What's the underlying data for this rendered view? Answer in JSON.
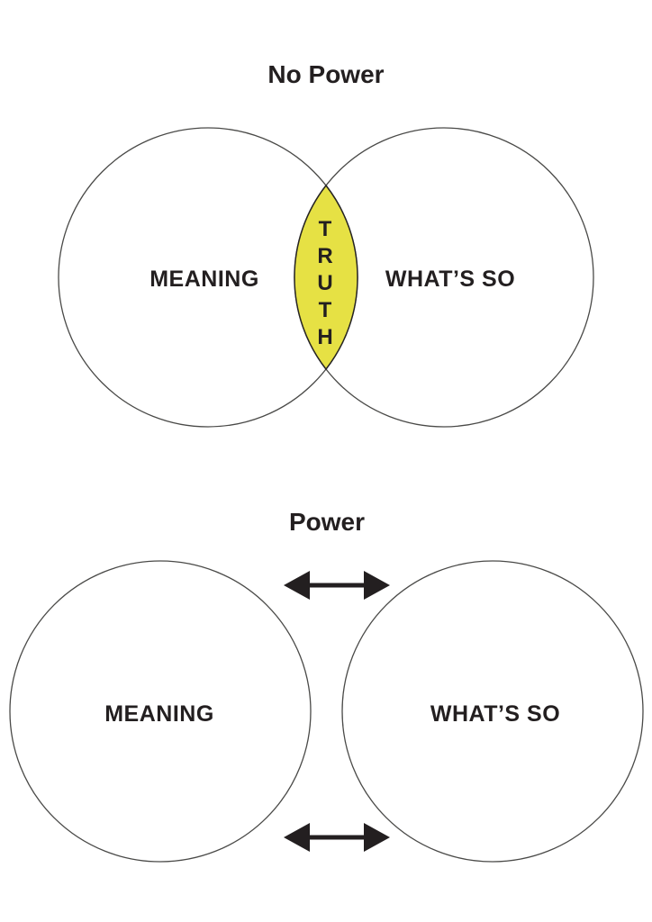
{
  "colors": {
    "background": "#ffffff",
    "overlap_fill": "#e6e144",
    "outline": "#4a4a48",
    "text": "#231f20",
    "arrow": "#231f20"
  },
  "no_power": {
    "title": "No Power",
    "left_label": "MEANING",
    "right_label": "WHAT’S SO",
    "overlap_word": "TRUTH",
    "overlap_letters": [
      "T",
      "R",
      "U",
      "T",
      "H"
    ]
  },
  "power": {
    "title": "Power",
    "left_label": "MEANING",
    "right_label": "WHAT’S SO"
  },
  "icons": {
    "exchange_arrow": "double-headed-arrow"
  }
}
